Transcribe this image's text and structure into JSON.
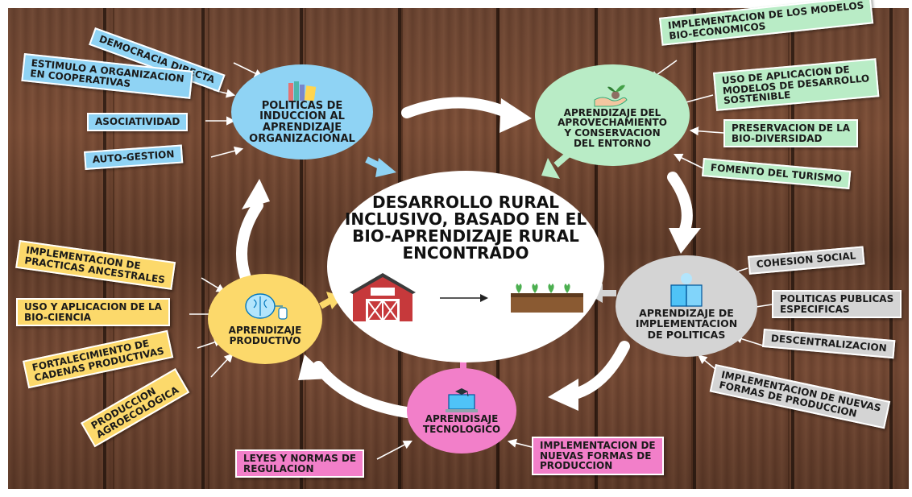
{
  "center": {
    "title": "DESARROLLO RURAL\nINCLUSIVO, BASADO EN EL\nBIO-APRENDIZAJE RURAL\nENCONTRADO",
    "icons": [
      "barn-icon",
      "arrow-right-icon",
      "seedling-tray-icon"
    ]
  },
  "hubs": {
    "policies": {
      "label": "POLITICAS DE\nINDUCCION AL\nAPRENDIZAJE\nORGANIZACIONAL",
      "color": "#8fd3f4",
      "icon": "books-icon"
    },
    "environment": {
      "label": "APRENDIZAJE DEL\nAPROVECHAMIENTO\nY CONSERVACION\nDEL ENTORNO",
      "color": "#b9ecc6",
      "icon": "hand-plant-icon"
    },
    "implementation": {
      "label": "APRENDIZAJE DE\nIMPLEMENTACION\nDE POLITICAS",
      "color": "#d4d4d4",
      "icon": "reading-person-icon"
    },
    "technological": {
      "label": "APRENDISAJE\nTECNOLOGICO",
      "color": "#f27fc9",
      "icon": "laptop-graduate-icon"
    },
    "productive": {
      "label": "APRENDIZAJE\nPRODUCTIVO",
      "color": "#fcd96b",
      "icon": "brain-computer-icon"
    }
  },
  "tags": {
    "democracia": "DEMOCRACIA DIRECTA",
    "estimulo": "ESTIMULO A ORGANIZACION\nEN COOPERATIVAS",
    "asociatividad": "ASOCIATIVIDAD",
    "autogestion": "AUTO-GESTION",
    "modelos_bio": "IMPLEMENTACION DE LOS MODELOS\nBIO-ECONOMICOS",
    "uso_modelos": "USO DE APLICACION DE\nMODELOS DE DESARROLLO\nSOSTENIBLE",
    "preservacion": "PRESERVACION DE LA\nBIO-DIVERSIDAD",
    "turismo": "FOMENTO DEL TURISMO",
    "cohesion": "COHESION SOCIAL",
    "politicas_publicas": "POLITICAS PUBLICAS\nESPECIFICAS",
    "descentralizacion": "DESCENTRALIZACION",
    "nuevas_formas_gray": "IMPLEMENTACION DE NUEVAS\nFORMAS DE PRODUCCION",
    "leyes": "LEYES Y NORMAS DE\nREGULACION",
    "nuevas_formas_pink": "IMPLEMENTACION DE\nNUEVAS FORMAS DE\nPRODUCCION",
    "ancestrales": "IMPLEMENTACION DE\nPRACTICAS ANCESTRALES",
    "bio_ciencia": "USO Y APLICACION DE LA\nBIO-CIENCIA",
    "cadenas": "FORTALECIMIENTO DE\nCADENAS  PRODUCTIVAS",
    "agroecologica": "PRODUCCION\nAGROECOLOGICA"
  },
  "colors": {
    "wood": "#6a4330",
    "arrow": "#ffffff",
    "blue": "#8fd3f4",
    "green": "#b9ecc6",
    "gray": "#d4d4d4",
    "yellow": "#fcd96b",
    "pink": "#f27fc9"
  }
}
